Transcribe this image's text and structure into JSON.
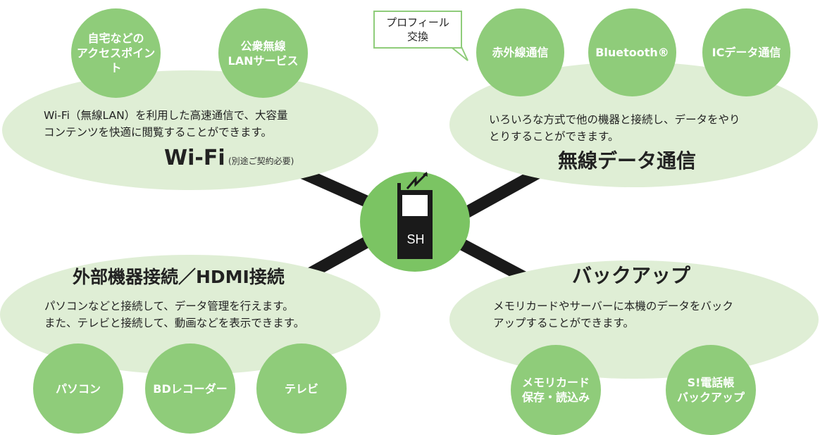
{
  "hub": {
    "label": "SH"
  },
  "wifi": {
    "title": "Wi-Fi",
    "title_note": "(別途ご契約必要)",
    "desc_line1": "Wi-Fi（無線LAN）を利用した高速通信で、大容量",
    "desc_line2": "コンテンツを快適に閲覧することができます。",
    "items": [
      "自宅などの\nアクセスポイント",
      "公衆無線\nLANサービス"
    ]
  },
  "wireless": {
    "title": "無線データ通信",
    "desc_line1": "いろいろな方式で他の機器と接続し、データをやり",
    "desc_line2": "とりすることができます。",
    "items": [
      "赤外線通信",
      "Bluetooth®",
      "ICデータ通信"
    ],
    "callout": "プロフィール\n交換"
  },
  "external": {
    "title": "外部機器接続／HDMI接続",
    "desc_line1": "パソコンなどと接続して、データ管理を行えます。",
    "desc_line2": "また、テレビと接続して、動画などを表示できます。",
    "items": [
      "パソコン",
      "BDレコーダー",
      "テレビ"
    ]
  },
  "backup": {
    "title": "バックアップ",
    "desc_line1": "メモリカードやサーバーに本機のデータをバック",
    "desc_line2": "アップすることができます。",
    "items": [
      "メモリカード\n保存・読込み",
      "S!電話帳\nバックアップ"
    ]
  }
}
